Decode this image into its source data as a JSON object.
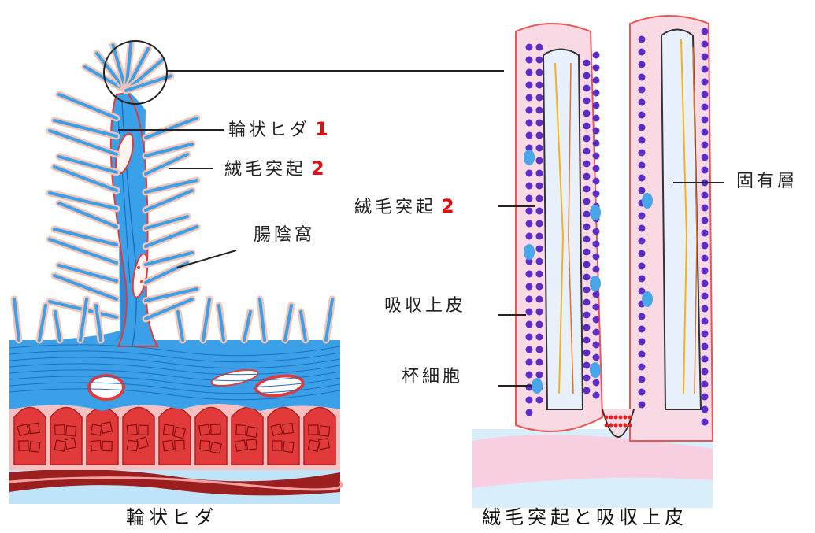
{
  "left_figure": {
    "caption": "輪状ヒダ",
    "labels": [
      {
        "text": "輪状ヒダ",
        "number": "1"
      },
      {
        "text": "絨毛突起",
        "number": "2"
      },
      {
        "text": "腸陰窩",
        "number": ""
      }
    ]
  },
  "right_figure": {
    "caption": "絨毛突起と吸収上皮",
    "labels": [
      {
        "text": "絨毛突起",
        "number": "2"
      },
      {
        "text": "吸収上皮",
        "number": ""
      },
      {
        "text": "杯細胞",
        "number": ""
      },
      {
        "text": "固有層",
        "number": ""
      }
    ]
  },
  "colors": {
    "submucosa_blue": "#3aa0e8",
    "muscle_red": "#e23a3a",
    "epithelium_pink": "#f6c8c8",
    "nucleus_purple": "#5a2cc8",
    "label_number_red": "#e01010"
  }
}
